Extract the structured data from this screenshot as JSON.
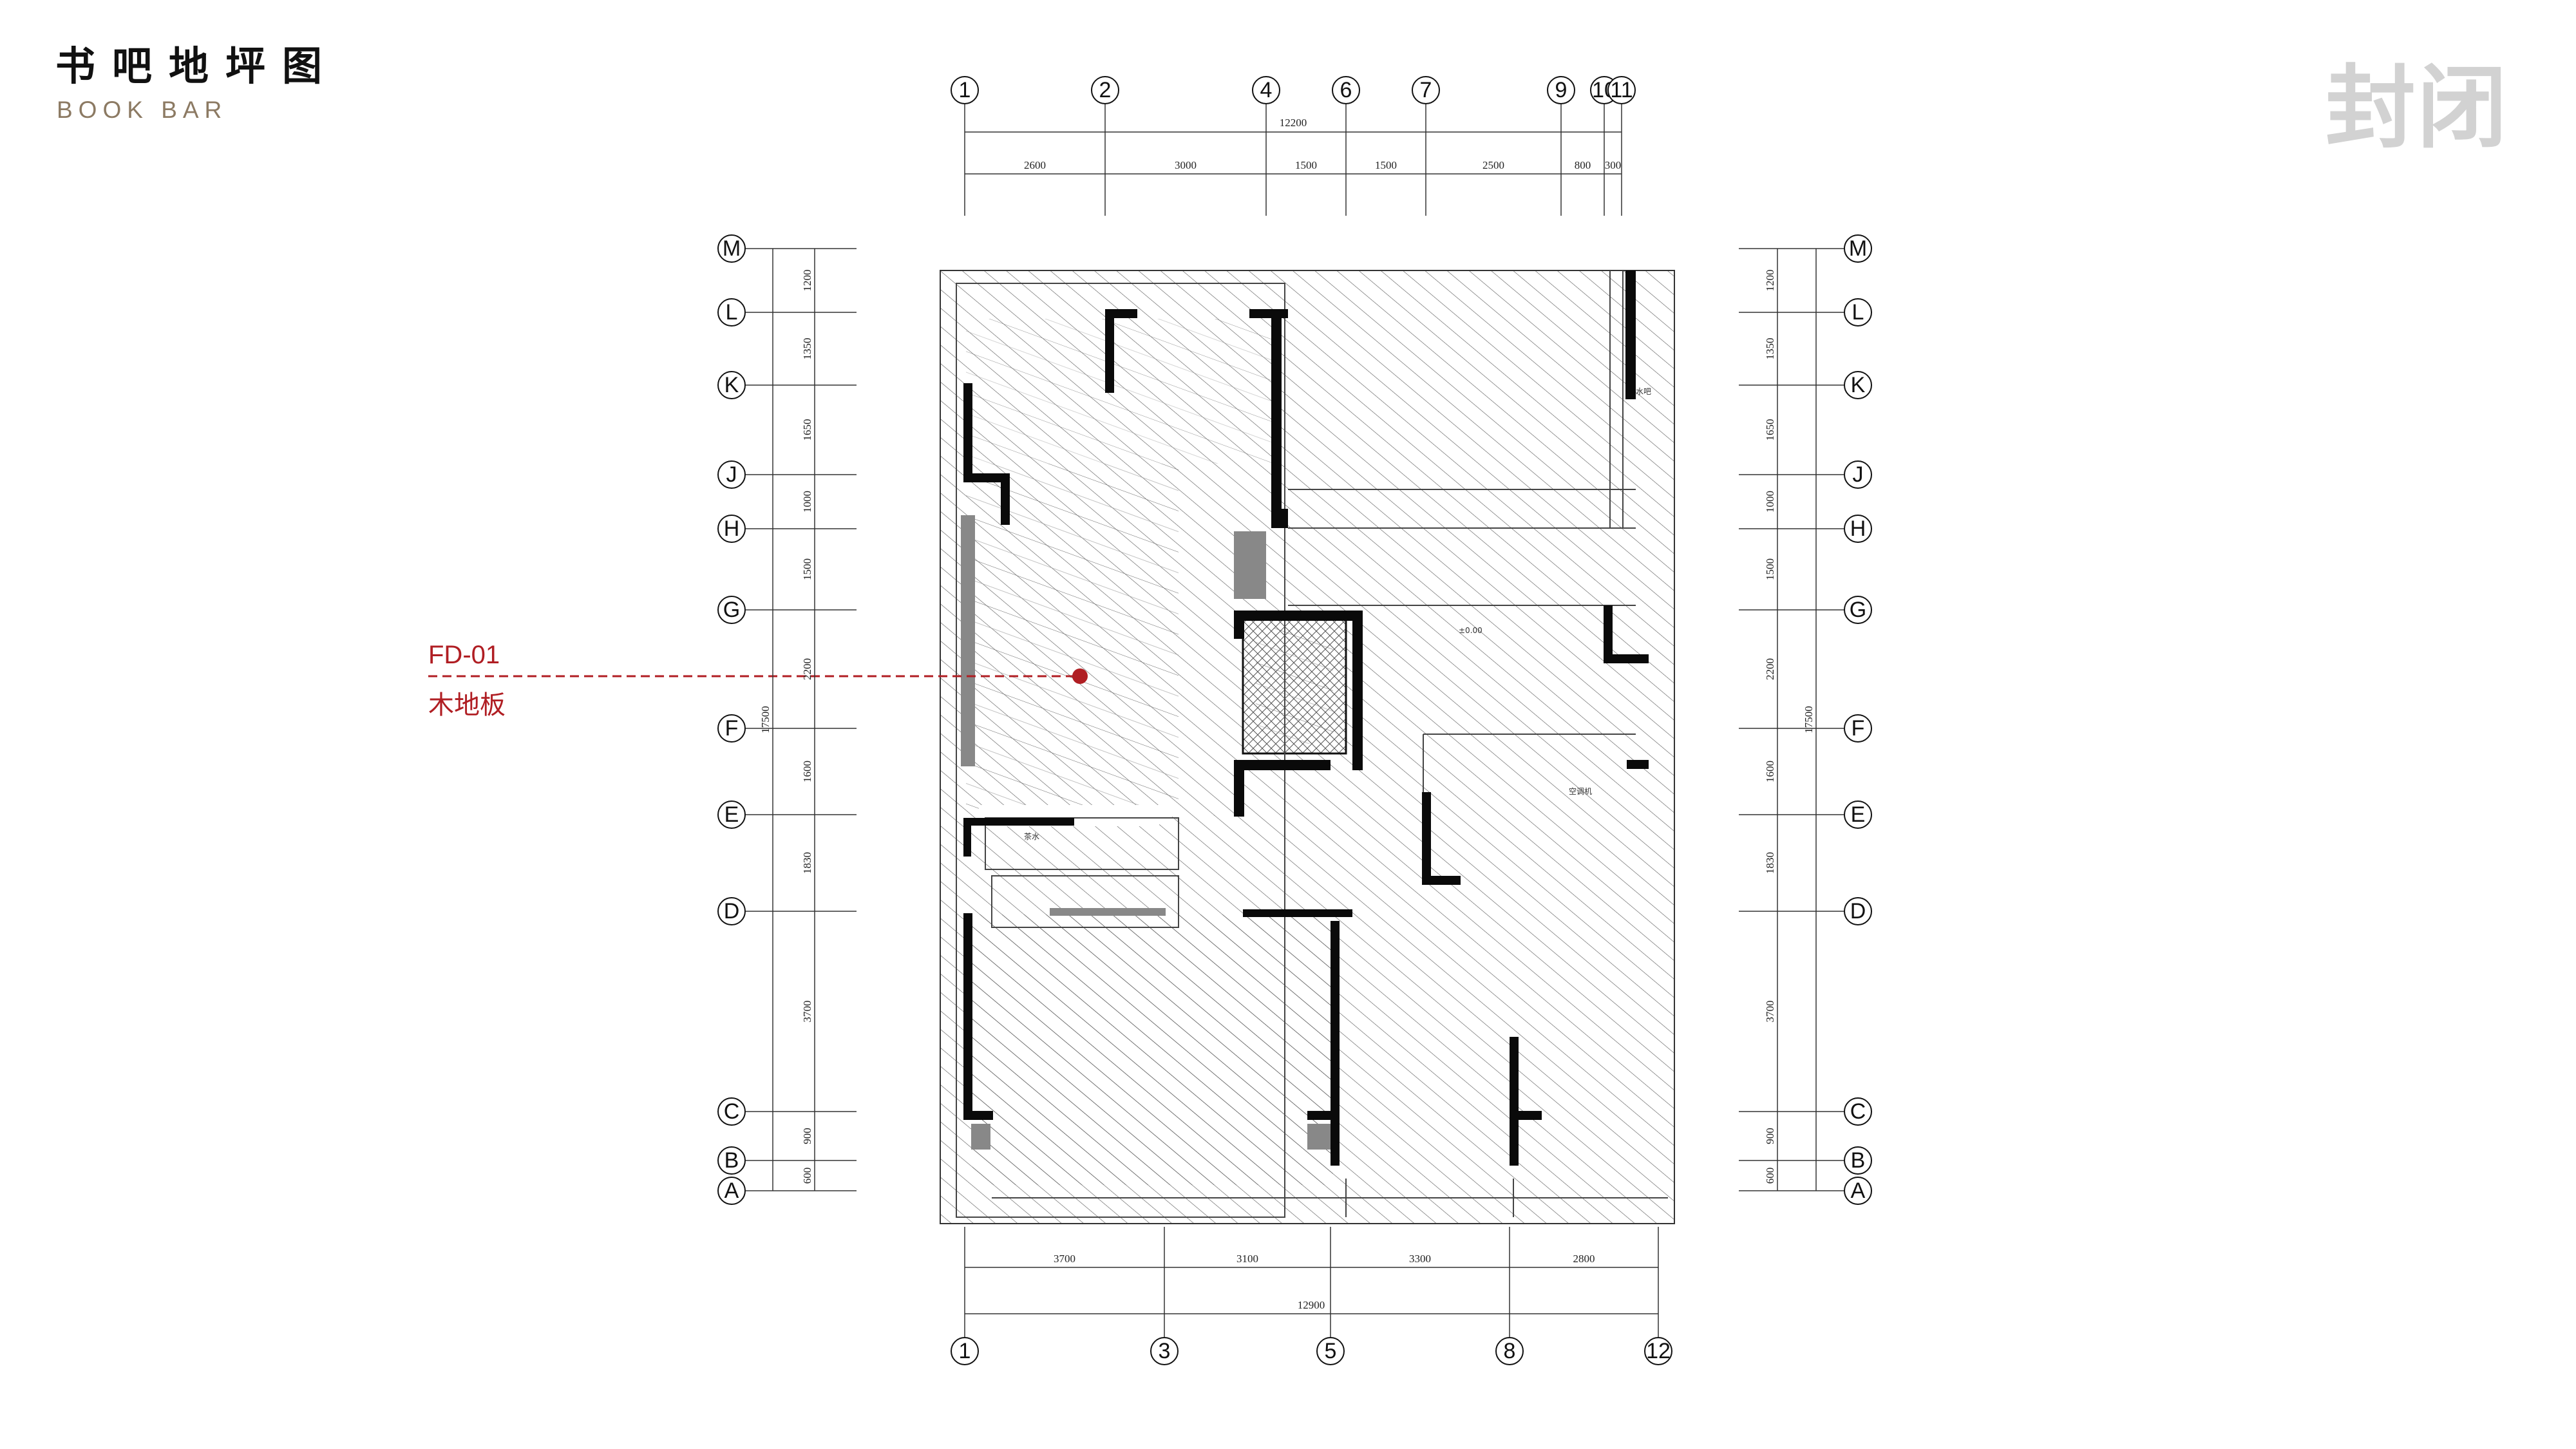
{
  "header": {
    "title": "书吧地坪图",
    "subtitle": "BOOK BAR",
    "badge": "封闭"
  },
  "top_axes": {
    "labels": [
      "1",
      "2",
      "4",
      "6",
      "7",
      "9",
      "10",
      "11"
    ],
    "overall": "12200",
    "spans": [
      "2600",
      "3000",
      "1500",
      "1500",
      "2500",
      "800",
      "300"
    ]
  },
  "bottom_axes": {
    "labels": [
      "1",
      "3",
      "5",
      "8",
      "12"
    ],
    "overall": "12900",
    "spans": [
      "3700",
      "3100",
      "3300",
      "2800"
    ]
  },
  "side_axes": {
    "labels": [
      "M",
      "L",
      "K",
      "J",
      "H",
      "G",
      "F",
      "E",
      "D",
      "C",
      "B",
      "A"
    ],
    "spans": [
      "1200",
      "1350",
      "1650",
      "1000",
      "1500",
      "2200",
      "1600",
      "1830",
      "3700",
      "900",
      "600"
    ],
    "overall": "17500"
  },
  "callout": {
    "code": "FD-01",
    "material": "木地板"
  },
  "room_notes": {
    "note_a": "水吧",
    "note_b": "茶水",
    "note_c": "空调机",
    "note_d": "±0.00"
  }
}
